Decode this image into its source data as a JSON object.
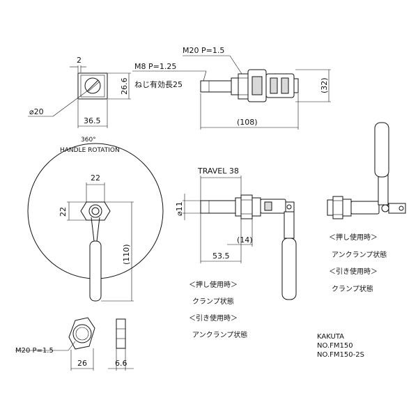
{
  "top_view": {
    "m20": "M20 P=1.5",
    "m8": "M8 P=1.25",
    "thread_len": "ねじ有効長25",
    "dim_32": "(32)",
    "dim_108": "(108)"
  },
  "block_view": {
    "dim_2": "2",
    "dim_26_6": "26.6",
    "dim_36_5": "36.5",
    "dim_dia20": "⌀20"
  },
  "rotation_view": {
    "deg": "360°",
    "label": "HANDLE ROTATION",
    "dim_22_h": "22",
    "dim_22_v": "22",
    "dim_110": "(110)"
  },
  "side_view": {
    "travel": "TRAVEL 38",
    "dia11": "⌀11",
    "dim_14": "(14)",
    "dim_53_5": "53.5",
    "push_use": "＜押し使用時＞",
    "push_state": "クランプ状態",
    "pull_use": "＜引き使用時＞",
    "pull_state": "アンクランプ状態"
  },
  "right_view": {
    "push_use": "＜押し使用時＞",
    "push_state": "アンクランプ状態",
    "pull_use": "＜引き使用時＞",
    "pull_state": "クランプ状態"
  },
  "nut_view": {
    "m20": "M20 P=1.5",
    "dim_26": "26",
    "dim_6_6": "6.6"
  },
  "title_block": {
    "brand": "KAKUTA",
    "model1": "NO.FM150",
    "model2": "NO.FM150-2S"
  }
}
